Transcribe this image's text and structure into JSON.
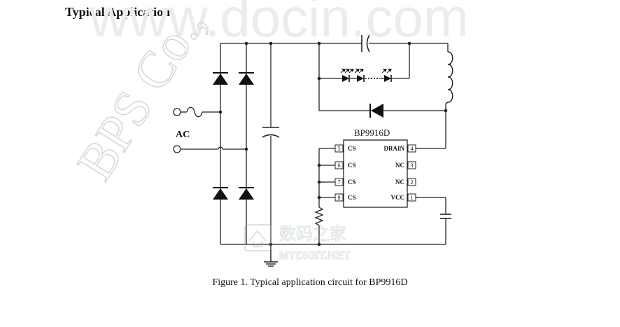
{
  "heading": "Typical Application",
  "caption": "Figure 1. Typical application circuit for BP9916D",
  "ac_label": "AC",
  "chip": {
    "name": "BP9916D",
    "pins": [
      {
        "num": "5",
        "label": "CS"
      },
      {
        "num": "6",
        "label": "CS"
      },
      {
        "num": "7",
        "label": "CS"
      },
      {
        "num": "8",
        "label": "CS"
      },
      {
        "num": "4",
        "label": "DRAIN"
      },
      {
        "num": "3",
        "label": "NC"
      },
      {
        "num": "2",
        "label": "NC"
      },
      {
        "num": "1",
        "label": "VCC"
      }
    ]
  },
  "watermarks": {
    "docin": "www.docin.com",
    "bps": "BPS Co.,",
    "mydigit_cn": "数码之家",
    "mydigit_en": "MYDIGIT.NET"
  }
}
